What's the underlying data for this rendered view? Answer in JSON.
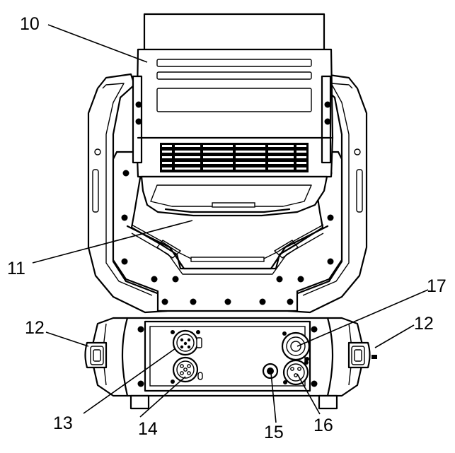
{
  "callouts": [
    {
      "id": "10",
      "label": "10"
    },
    {
      "id": "11",
      "label": "11"
    },
    {
      "id": "12a",
      "label": "12"
    },
    {
      "id": "12b",
      "label": "12"
    },
    {
      "id": "13",
      "label": "13"
    },
    {
      "id": "14",
      "label": "14"
    },
    {
      "id": "15",
      "label": "15"
    },
    {
      "id": "16",
      "label": "16"
    },
    {
      "id": "17",
      "label": "17"
    }
  ]
}
